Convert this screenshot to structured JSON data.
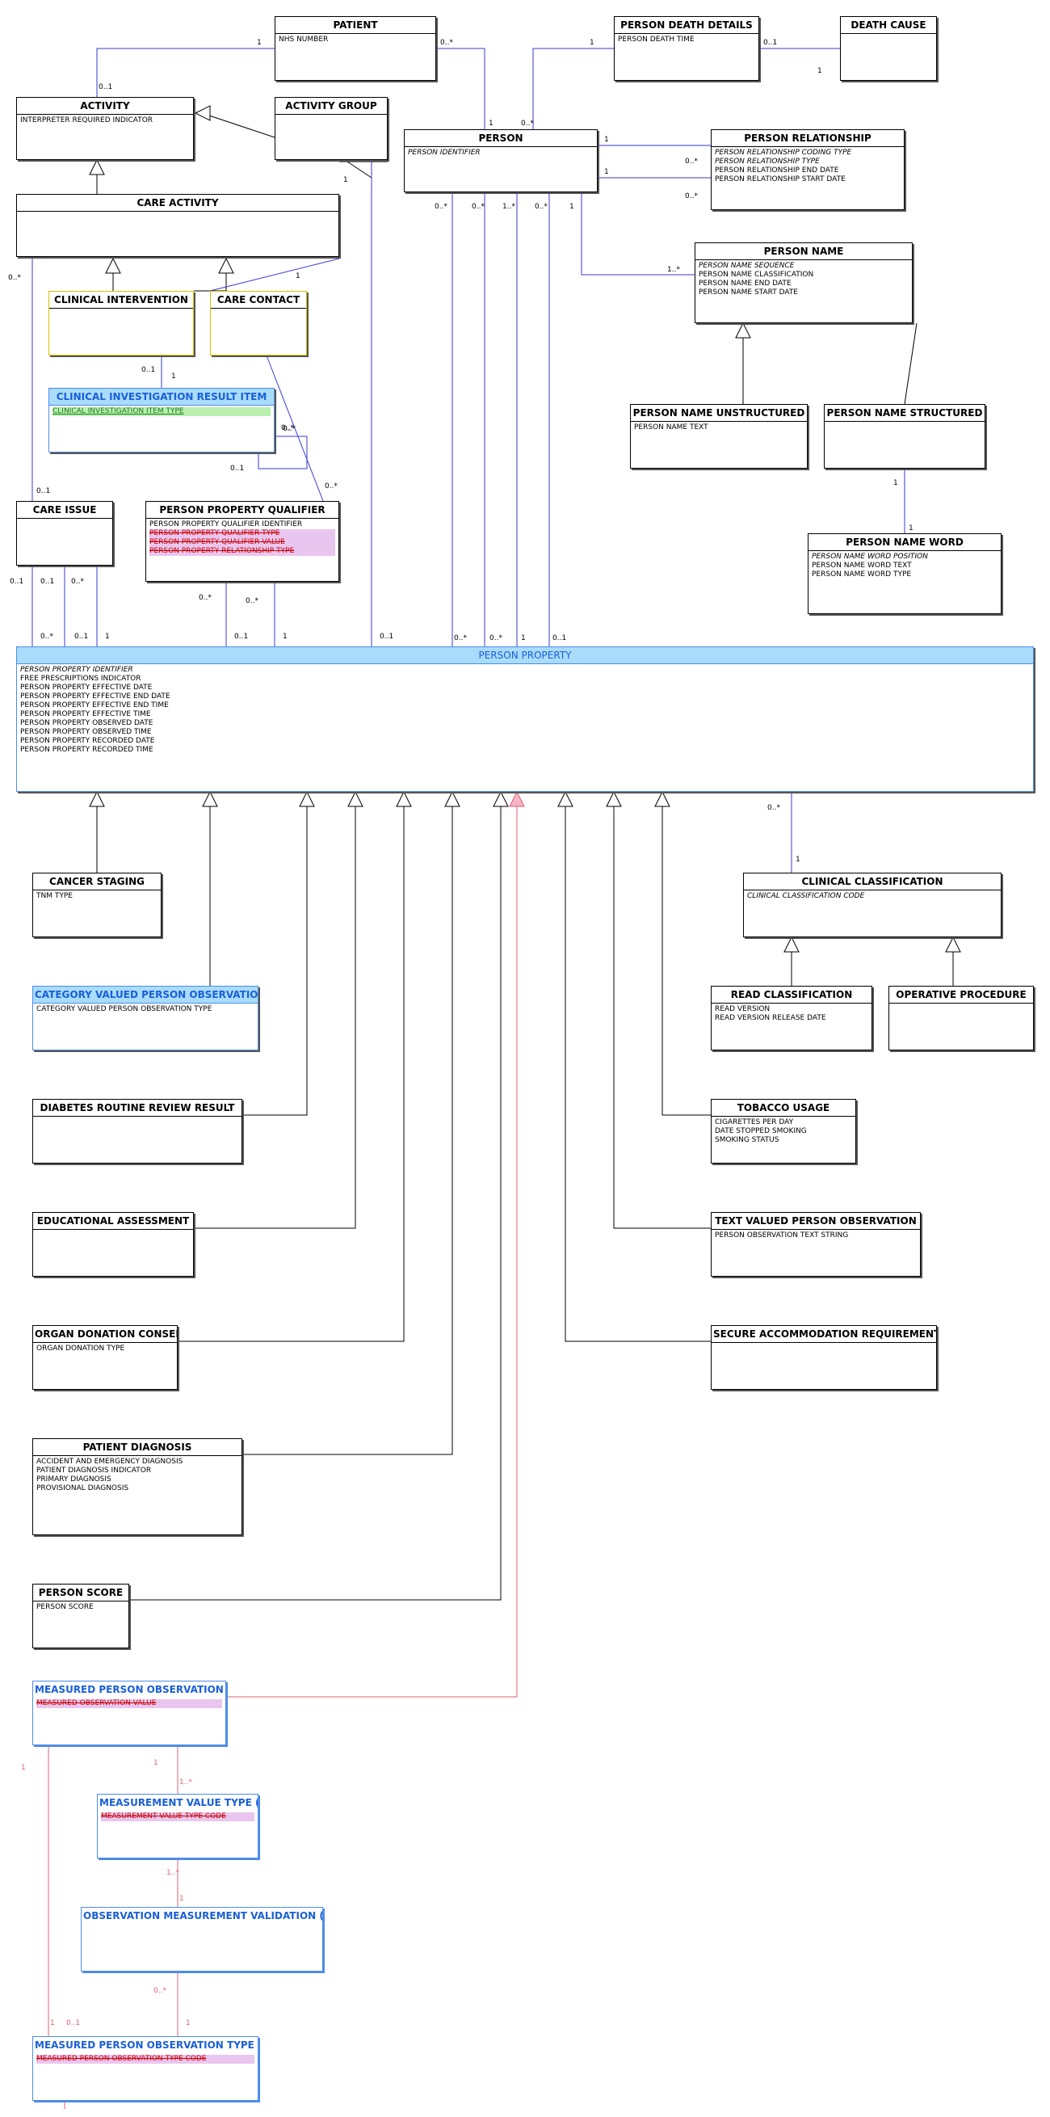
{
  "entities": {
    "patient": {
      "title": "PATIENT",
      "attrs": [
        {
          "t": "NHS NUMBER"
        }
      ]
    },
    "person_death_details": {
      "title": "PERSON DEATH DETAILS",
      "attrs": [
        {
          "t": "PERSON DEATH TIME"
        }
      ]
    },
    "death_cause": {
      "title": "DEATH CAUSE",
      "attrs": []
    },
    "activity": {
      "title": "ACTIVITY",
      "attrs": [
        {
          "t": "INTERPRETER REQUIRED INDICATOR"
        }
      ]
    },
    "activity_group": {
      "title": "ACTIVITY GROUP",
      "attrs": []
    },
    "person": {
      "title": "PERSON",
      "attrs": [
        {
          "t": "PERSON IDENTIFIER",
          "s": "key"
        }
      ]
    },
    "person_relationship": {
      "title": "PERSON RELATIONSHIP",
      "attrs": [
        {
          "t": "PERSON RELATIONSHIP CODING TYPE",
          "s": "key"
        },
        {
          "t": "PERSON RELATIONSHIP TYPE",
          "s": "key"
        },
        {
          "t": "PERSON RELATIONSHIP END DATE"
        },
        {
          "t": "PERSON RELATIONSHIP START DATE"
        }
      ]
    },
    "care_activity": {
      "title": "CARE ACTIVITY",
      "attrs": []
    },
    "person_name": {
      "title": "PERSON NAME",
      "attrs": [
        {
          "t": "PERSON NAME SEQUENCE",
          "s": "key"
        },
        {
          "t": "PERSON NAME CLASSIFICATION"
        },
        {
          "t": "PERSON NAME END DATE"
        },
        {
          "t": "PERSON NAME START DATE"
        }
      ]
    },
    "clinical_intervention": {
      "title": "CLINICAL INTERVENTION",
      "attrs": []
    },
    "care_contact": {
      "title": "CARE CONTACT",
      "attrs": []
    },
    "clinical_investigation_result_item": {
      "title": "CLINICAL INVESTIGATION RESULT ITEM",
      "attrs": [
        {
          "t": "CLINICAL INVESTIGATION ITEM TYPE",
          "s": "green"
        }
      ]
    },
    "person_name_unstructured": {
      "title": "PERSON NAME UNSTRUCTURED",
      "attrs": [
        {
          "t": "PERSON NAME TEXT"
        }
      ]
    },
    "person_name_structured": {
      "title": "PERSON NAME STRUCTURED",
      "attrs": []
    },
    "care_issue": {
      "title": "CARE ISSUE",
      "attrs": []
    },
    "person_property_qualifier": {
      "title": "PERSON PROPERTY QUALIFIER",
      "attrs": [
        {
          "t": "PERSON PROPERTY QUALIFIER IDENTIFIER"
        },
        {
          "t": "PERSON PROPERTY QUALIFIER TYPE",
          "s": "dep"
        },
        {
          "t": "PERSON PROPERTY QUALIFIER VALUE",
          "s": "dep"
        },
        {
          "t": "PERSON PROPERTY RELATIONSHIP TYPE",
          "s": "dep"
        }
      ]
    },
    "person_name_word": {
      "title": "PERSON NAME WORD",
      "attrs": [
        {
          "t": "PERSON NAME WORD POSITION",
          "s": "key"
        },
        {
          "t": "PERSON NAME WORD TEXT"
        },
        {
          "t": "PERSON NAME WORD TYPE"
        }
      ]
    },
    "person_property": {
      "title": "PERSON PROPERTY",
      "attrs": [
        {
          "t": "PERSON PROPERTY IDENTIFIER",
          "s": "key"
        },
        {
          "t": "FREE PRESCRIPTIONS INDICATOR"
        },
        {
          "t": "PERSON PROPERTY EFFECTIVE DATE"
        },
        {
          "t": "PERSON PROPERTY EFFECTIVE END DATE"
        },
        {
          "t": "PERSON PROPERTY EFFECTIVE END TIME"
        },
        {
          "t": "PERSON PROPERTY EFFECTIVE TIME"
        },
        {
          "t": "PERSON PROPERTY OBSERVED DATE"
        },
        {
          "t": "PERSON PROPERTY OBSERVED TIME"
        },
        {
          "t": "PERSON PROPERTY RECORDED DATE"
        },
        {
          "t": "PERSON PROPERTY RECORDED TIME"
        }
      ]
    },
    "cancer_staging": {
      "title": "CANCER STAGING",
      "attrs": [
        {
          "t": "TNM TYPE"
        }
      ]
    },
    "clinical_classification": {
      "title": "CLINICAL CLASSIFICATION",
      "attrs": [
        {
          "t": "CLINICAL CLASSIFICATION CODE",
          "s": "key"
        }
      ]
    },
    "category_valued_person_observation": {
      "title": "CATEGORY VALUED PERSON OBSERVATION",
      "attrs": [
        {
          "t": "CATEGORY VALUED PERSON OBSERVATION TYPE"
        }
      ]
    },
    "read_classification": {
      "title": "READ CLASSIFICATION",
      "attrs": [
        {
          "t": "READ VERSION"
        },
        {
          "t": "READ VERSION RELEASE DATE"
        }
      ]
    },
    "operative_procedure": {
      "title": "OPERATIVE PROCEDURE",
      "attrs": []
    },
    "diabetes_routine_review_result": {
      "title": "DIABETES ROUTINE REVIEW RESULT",
      "attrs": []
    },
    "tobacco_usage": {
      "title": "TOBACCO USAGE",
      "attrs": [
        {
          "t": "CIGARETTES PER DAY"
        },
        {
          "t": "DATE STOPPED SMOKING"
        },
        {
          "t": "SMOKING STATUS"
        }
      ]
    },
    "educational_assessment": {
      "title": "EDUCATIONAL ASSESSMENT",
      "attrs": []
    },
    "text_valued_person_observation": {
      "title": "TEXT VALUED PERSON OBSERVATION",
      "attrs": [
        {
          "t": "PERSON OBSERVATION TEXT STRING"
        }
      ]
    },
    "organ_donation_consent": {
      "title": "ORGAN DONATION CONSENT",
      "attrs": [
        {
          "t": "ORGAN DONATION TYPE"
        }
      ]
    },
    "secure_accommodation_requirement": {
      "title": "SECURE ACCOMMODATION REQUIREMENT",
      "attrs": []
    },
    "patient_diagnosis": {
      "title": "PATIENT DIAGNOSIS",
      "attrs": [
        {
          "t": "ACCIDENT AND EMERGENCY DIAGNOSIS"
        },
        {
          "t": "PATIENT DIAGNOSIS INDICATOR"
        },
        {
          "t": "PRIMARY DIAGNOSIS"
        },
        {
          "t": "PROVISIONAL DIAGNOSIS"
        }
      ]
    },
    "person_score": {
      "title": "PERSON SCORE",
      "attrs": [
        {
          "t": "PERSON SCORE"
        }
      ]
    },
    "measured_person_observation": {
      "title": "MEASURED PERSON OBSERVATION (retired)",
      "attrs": [
        {
          "t": "MEASURED OBSERVATION VALUE",
          "s": "dep"
        }
      ]
    },
    "measurement_value_type": {
      "title": "MEASUREMENT VALUE TYPE (retired)",
      "attrs": [
        {
          "t": "MEASUREMENT VALUE TYPE CODE",
          "s": "dep"
        }
      ]
    },
    "observation_measurement_validation": {
      "title": "OBSERVATION MEASUREMENT VALIDATION (retired)",
      "attrs": []
    },
    "measured_person_observation_type": {
      "title": "MEASURED PERSON OBSERVATION TYPE (retired)",
      "attrs": [
        {
          "t": "MEASURED PERSON OBSERVATION TYPE CODE",
          "s": "dep"
        }
      ]
    }
  },
  "multiplicities": [
    "1",
    "0..1",
    "0..*",
    "1",
    "1",
    "0..*",
    "0..1",
    "1",
    "1",
    "0..*",
    "1",
    "0..*",
    "1..*",
    "1",
    "1",
    "1",
    "1",
    "1",
    "0..*",
    "0..1",
    "0..1",
    "1",
    "0..*",
    "0..*",
    "0..1",
    "0..*",
    "0..1",
    "0..*",
    "0..1",
    "0..1",
    "0..*",
    "1",
    "0..*",
    "0..1",
    "0..*",
    "1",
    "0..1",
    "0..*",
    "0..*",
    "0..*",
    "0..*",
    "1..*",
    "1",
    "0..*",
    "0..1",
    "0..*",
    "1",
    "1",
    "1..*",
    "1..*",
    "1",
    "0..*",
    "1",
    "1"
  ],
  "colors": {
    "assoc": "#3a3ad6",
    "inherit": "#000000",
    "retired": "#e06070",
    "header": "#a9dcfb",
    "header_text": "#1a5fd8"
  }
}
